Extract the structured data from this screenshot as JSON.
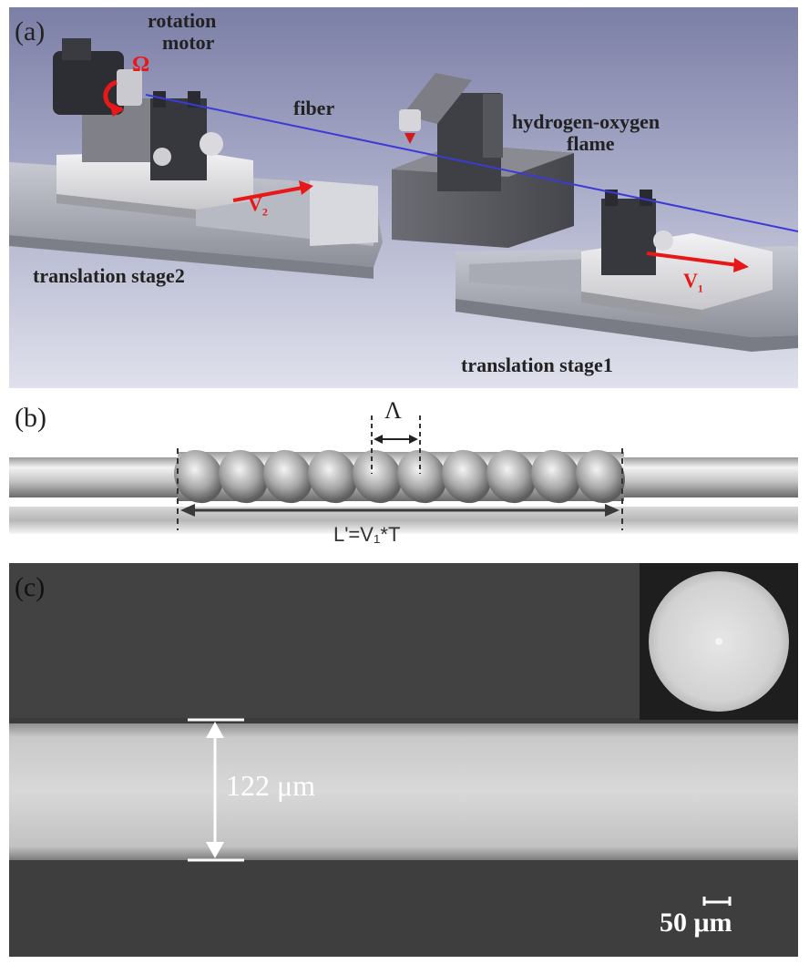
{
  "panel_a": {
    "label": "(a)",
    "rotation_label_1": "rotation",
    "rotation_label_2": "motor",
    "omega": "Ω",
    "fiber": "fiber",
    "flame_label_1": "hydrogen-oxygen",
    "flame_label_2": "flame",
    "v2": "V",
    "v2_sub": "2",
    "v1": "V",
    "v1_sub": "1",
    "stage2": "translation stage2",
    "stage1": "translation stage1",
    "colors": {
      "fiber": "#3a3ad6",
      "arrow": "#e81818",
      "omega": "#e81818"
    }
  },
  "panel_b": {
    "label": "(b)",
    "lambda": "Λ",
    "length_eq": "L'=V₁*T"
  },
  "panel_c": {
    "label": "(c)",
    "diameter": "122 μm",
    "scale": "50 μm"
  }
}
